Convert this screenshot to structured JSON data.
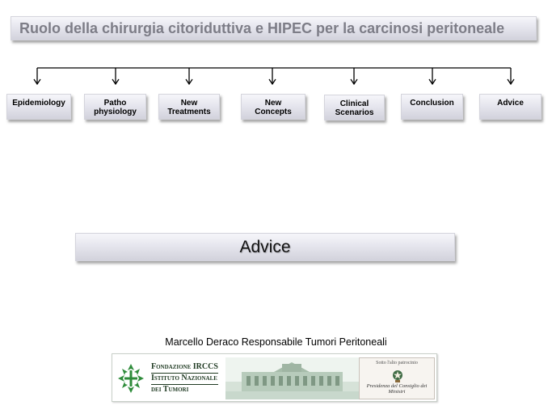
{
  "title": "Ruolo della chirurgia citoriduttiva e HIPEC per la carcinosi peritoneale",
  "nodes": [
    {
      "line1": "Epidemiology",
      "line2": ""
    },
    {
      "line1": "Patho",
      "line2": "physiology"
    },
    {
      "line1": "New",
      "line2": "Treatments"
    },
    {
      "line1": "New",
      "line2": "Concepts"
    },
    {
      "line1": "Clinical",
      "line2": "Scenarios"
    },
    {
      "line1": "Conclusion",
      "line2": ""
    },
    {
      "line1": "Advice",
      "line2": ""
    }
  ],
  "current_section": "Advice",
  "author": "Marcello Deraco Responsabile Tumori Peritoneali",
  "logo": {
    "line1": "Fondazione IRCCS",
    "line2": "Istituto Nazionale",
    "line3": "dei Tumori",
    "patron_top": "Sotto l'alto patrocinio",
    "patron_bottom": "Presidenza del Consiglio dei Ministri"
  },
  "colors": {
    "title_text": "#7d7d87",
    "box_light": "#f6f6fa",
    "box_dark": "#d2d2dc",
    "logo_green": "#2e8b3a"
  }
}
